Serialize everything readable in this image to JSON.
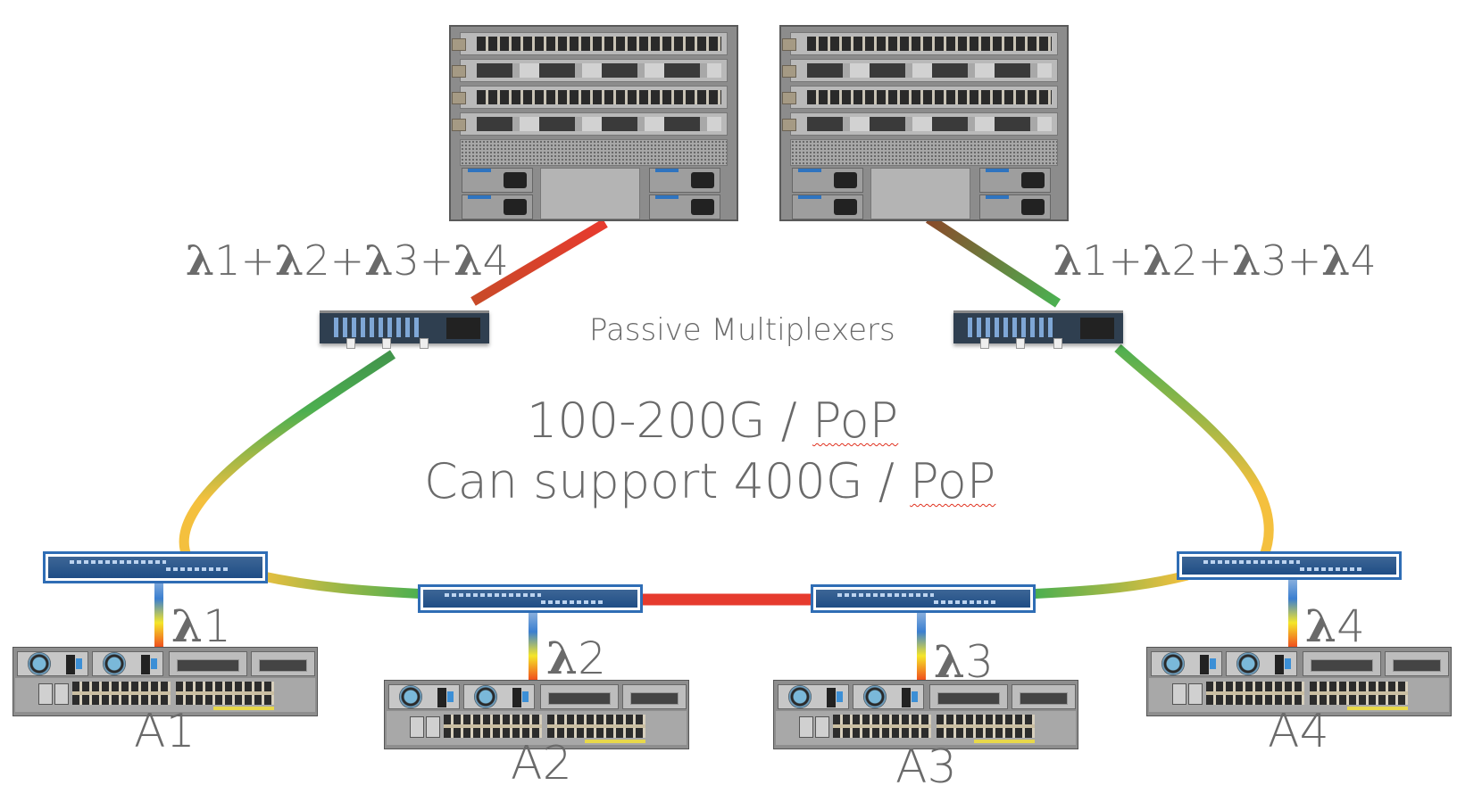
{
  "diagram": {
    "title_center": {
      "line1": "100-200G / PoP",
      "line1_main": "100-200G / ",
      "line1_underlined": "PoP",
      "line2_main": "Can support 400G / ",
      "line2_underlined": "PoP"
    },
    "mux_label": "Passive Multiplexers",
    "wavelength_sum_left": {
      "lambda1": "λ",
      "n1": "1",
      "plus1": "+",
      "lambda2": "λ",
      "n2": "2",
      "plus2": "+",
      "lambda3": "λ",
      "n3": "3",
      "plus3": "+",
      "lambda4": "λ",
      "n4": "4"
    },
    "wavelength_sum_right": {
      "lambda1": "λ",
      "n1": "1",
      "plus1": "+",
      "lambda2": "λ",
      "n2": "2",
      "plus2": "+",
      "lambda3": "λ",
      "n3": "3",
      "plus3": "+",
      "lambda4": "λ",
      "n4": "4"
    },
    "core_routers": [
      {
        "id": "core-left",
        "icon": "modular-chassis-router"
      },
      {
        "id": "core-right",
        "icon": "modular-chassis-router"
      }
    ],
    "passive_muxes": [
      {
        "id": "mux-left",
        "icon": "passive-multiplexer"
      },
      {
        "id": "mux-right",
        "icon": "passive-multiplexer"
      }
    ],
    "access_sites": [
      {
        "name": "A1",
        "lambda": "λ",
        "lambda_index": "1"
      },
      {
        "name": "A2",
        "lambda": "λ",
        "lambda_index": "2"
      },
      {
        "name": "A3",
        "lambda": "λ",
        "lambda_index": "3"
      },
      {
        "name": "A4",
        "lambda": "λ",
        "lambda_index": "4"
      }
    ],
    "colors": {
      "text": "#6a6a6a",
      "fiber_red": "#e63b2e",
      "fiber_green": "#4caf50",
      "fiber_yellow": "#f4c03e",
      "fiber_brown": "#8a4a2a",
      "oadm_border": "#2f6db5",
      "drop_blue": "#3b7fd0",
      "drop_orange": "#f0501e",
      "spellcheck_underline": "#e0301e"
    }
  }
}
